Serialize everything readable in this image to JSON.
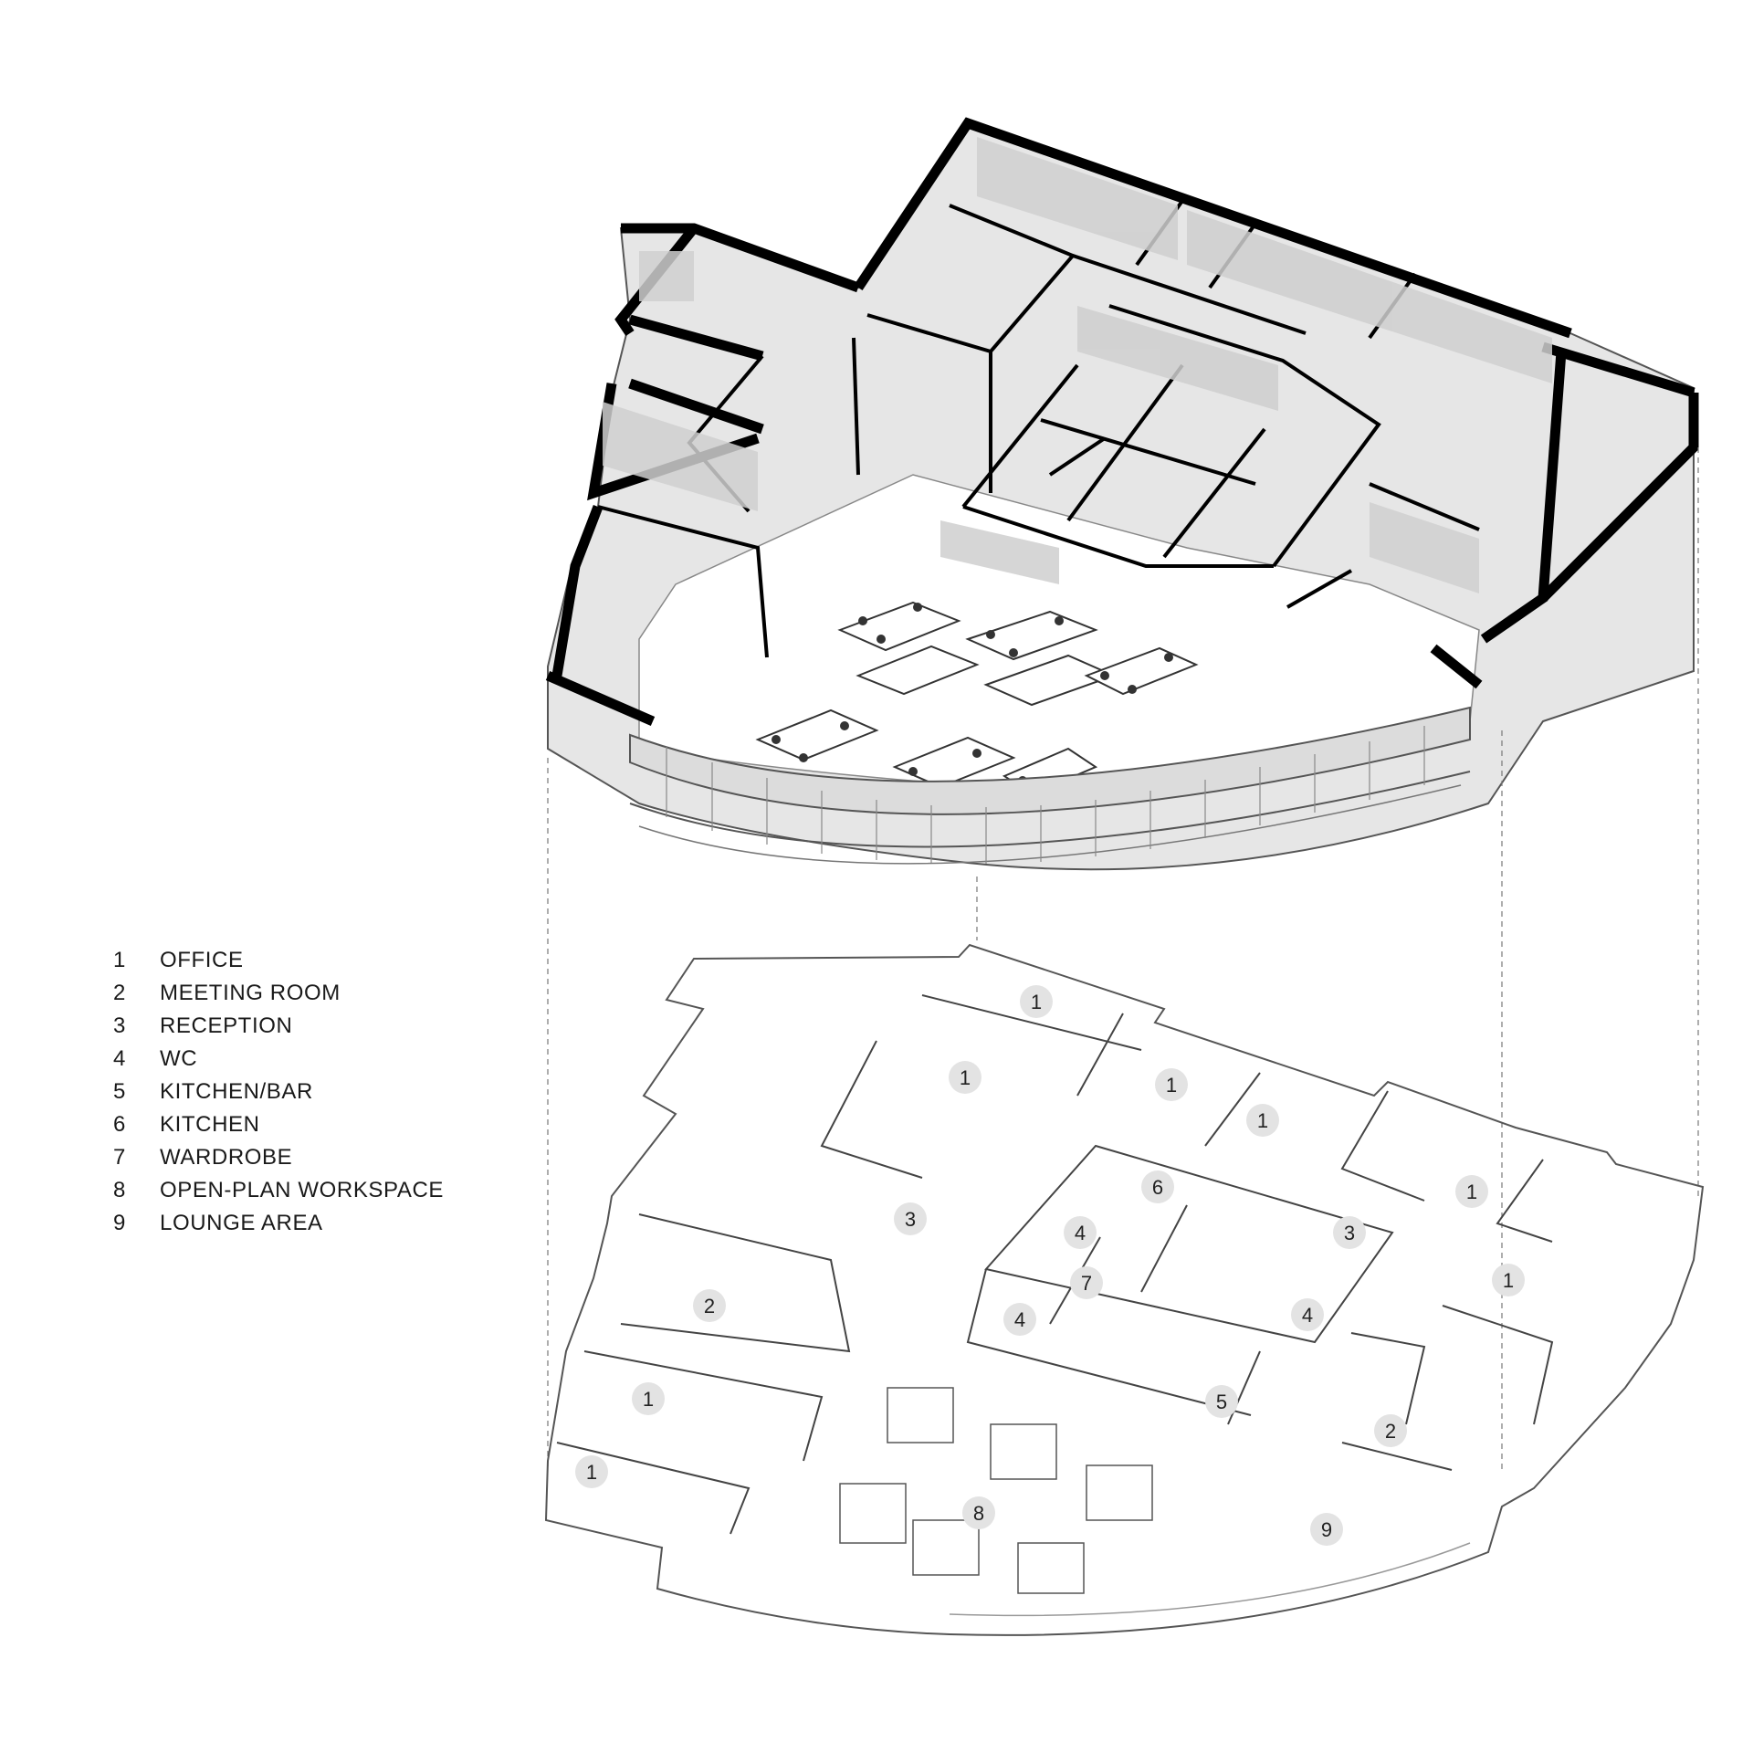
{
  "legend": [
    {
      "num": "1",
      "label": "OFFICE"
    },
    {
      "num": "2",
      "label": "MEETING ROOM"
    },
    {
      "num": "3",
      "label": "RECEPTION"
    },
    {
      "num": "4",
      "label": "WC"
    },
    {
      "num": "5",
      "label": "KITCHEN/BAR"
    },
    {
      "num": "6",
      "label": "KITCHEN"
    },
    {
      "num": "7",
      "label": "WARDROBE"
    },
    {
      "num": "8",
      "label": "OPEN-PLAN WORKSPACE"
    },
    {
      "num": "9",
      "label": "LOUNGE AREA"
    }
  ],
  "plan_tags": [
    "1",
    "1",
    "1",
    "1",
    "1",
    "1",
    "1",
    "1",
    "2",
    "2",
    "3",
    "3",
    "4",
    "4",
    "4",
    "5",
    "6",
    "7",
    "8",
    "9"
  ],
  "colors": {
    "wall": "#000000",
    "line": "#555555",
    "floor": "#ffffff",
    "shade": "#d4d4d4",
    "tag": "#e3e3e3"
  }
}
